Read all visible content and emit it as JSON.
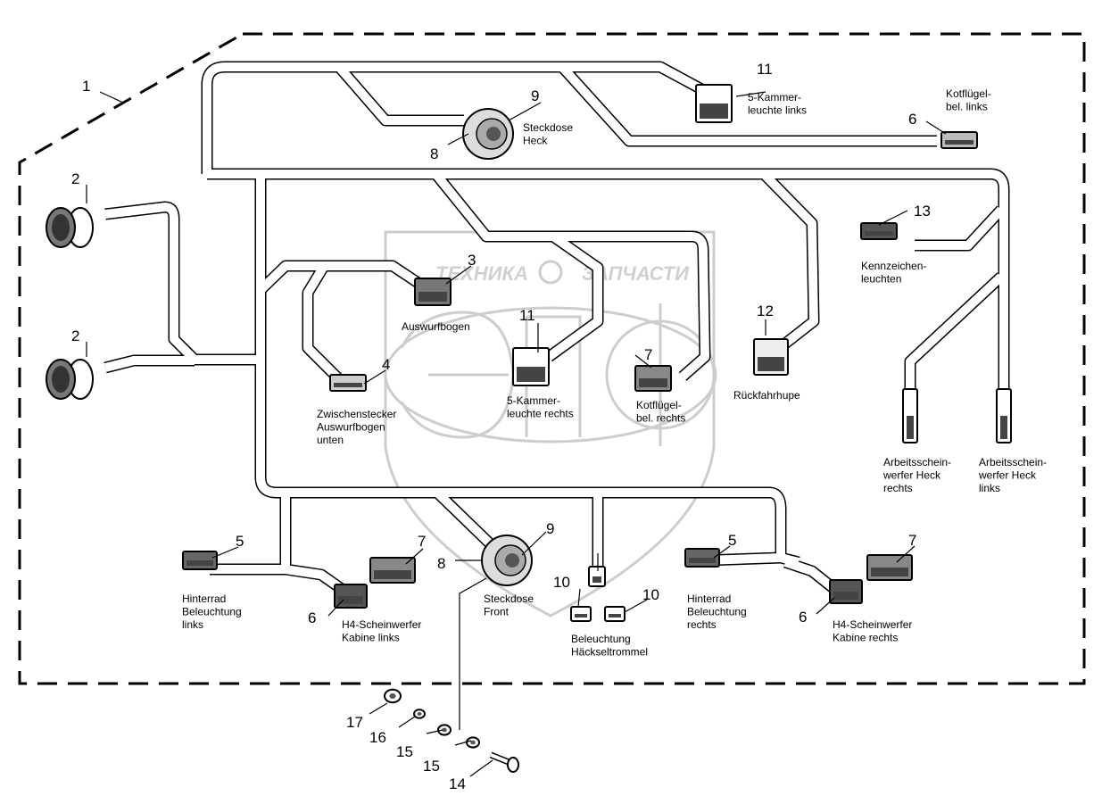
{
  "watermark": {
    "text_left": "ТЕХНИКА",
    "text_right": "ЗАПЧАСТИ",
    "logo_letters": "ЭПФ"
  },
  "callouts": [
    {
      "id": "c1",
      "num": "1"
    },
    {
      "id": "c2a",
      "num": "2"
    },
    {
      "id": "c2b",
      "num": "2"
    },
    {
      "id": "c3",
      "num": "3"
    },
    {
      "id": "c4",
      "num": "4"
    },
    {
      "id": "c5a",
      "num": "5"
    },
    {
      "id": "c5b",
      "num": "5"
    },
    {
      "id": "c6a",
      "num": "6"
    },
    {
      "id": "c6b",
      "num": "6"
    },
    {
      "id": "c6c",
      "num": "6"
    },
    {
      "id": "c7a",
      "num": "7"
    },
    {
      "id": "c7b",
      "num": "7"
    },
    {
      "id": "c7c",
      "num": "7"
    },
    {
      "id": "c8a",
      "num": "8"
    },
    {
      "id": "c8b",
      "num": "8"
    },
    {
      "id": "c9a",
      "num": "9"
    },
    {
      "id": "c9b",
      "num": "9"
    },
    {
      "id": "c10a",
      "num": "10"
    },
    {
      "id": "c10b",
      "num": "10"
    },
    {
      "id": "c11a",
      "num": "11"
    },
    {
      "id": "c11b",
      "num": "11"
    },
    {
      "id": "c12",
      "num": "12"
    },
    {
      "id": "c13",
      "num": "13"
    },
    {
      "id": "c14",
      "num": "14"
    },
    {
      "id": "c15a",
      "num": "15"
    },
    {
      "id": "c15b",
      "num": "15"
    },
    {
      "id": "c16",
      "num": "16"
    },
    {
      "id": "c17",
      "num": "17"
    }
  ],
  "labels": {
    "kammer_links": [
      "5-Kammer-",
      "leuchte links"
    ],
    "kotfluegel_links": [
      "Kotflügel-",
      "bel. links"
    ],
    "steckdose_heck": [
      "Steckdose",
      "Heck"
    ],
    "kennzeichen": [
      "Kennzeichen-",
      "leuchten"
    ],
    "auswurfbogen": [
      "Auswurfbogen"
    ],
    "kammer_rechts": [
      "5-Kammer-",
      "leuchte rechts"
    ],
    "kotfluegel_rechts": [
      "Kotflügel-",
      "bel. rechts"
    ],
    "rueckfahrhupe": [
      "Rückfahrhupe"
    ],
    "zwischenstecker": [
      "Zwischenstecker",
      "Auswurfbogen",
      "unten"
    ],
    "arbeits_rechts": [
      "Arbeitsschein-",
      "werfer Heck",
      "rechts"
    ],
    "arbeits_links": [
      "Arbeitsschein-",
      "werfer Heck",
      "links"
    ],
    "hinterrad_links": [
      "Hinterrad",
      "Beleuchtung",
      "links"
    ],
    "h4_links": [
      "H4-Scheinwerfer",
      "Kabine links"
    ],
    "steckdose_front": [
      "Steckdose",
      "Front"
    ],
    "beleuchtung_haeckseltrommel": [
      "Beleuchtung",
      "Häckseltrommel"
    ],
    "hinterrad_rechts": [
      "Hinterrad",
      "Beleuchtung",
      "rechts"
    ],
    "h4_rechts": [
      "H4-Scheinwerfer",
      "Kabine rechts"
    ]
  }
}
